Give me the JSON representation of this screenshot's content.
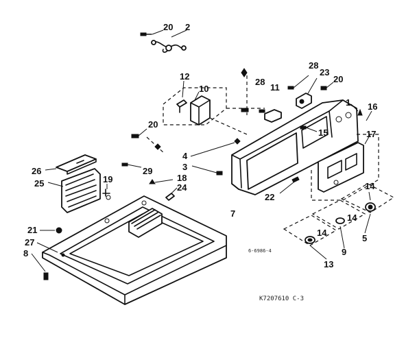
{
  "labels": {
    "l2": "2",
    "l20a": "20",
    "l12": "12",
    "l10": "10",
    "l28a": "28",
    "l11": "11",
    "l28b": "28",
    "l23": "23",
    "l20b": "20",
    "l1": "1",
    "l16": "16",
    "l15": "15",
    "l17": "17",
    "l20c": "20",
    "l4": "4",
    "l3": "3",
    "l29": "29",
    "l26": "26",
    "l25": "25",
    "l19": "19",
    "l18": "18",
    "l24": "24",
    "l22": "22",
    "l7": "7",
    "l14a": "14",
    "l14b": "14",
    "l14c": "14",
    "l5": "5",
    "l9": "9",
    "l13": "13",
    "l21": "21",
    "l27": "27",
    "l8": "8"
  },
  "codes": {
    "small_code": "6-6986-4",
    "figure_code": "K7207610 C-3"
  }
}
